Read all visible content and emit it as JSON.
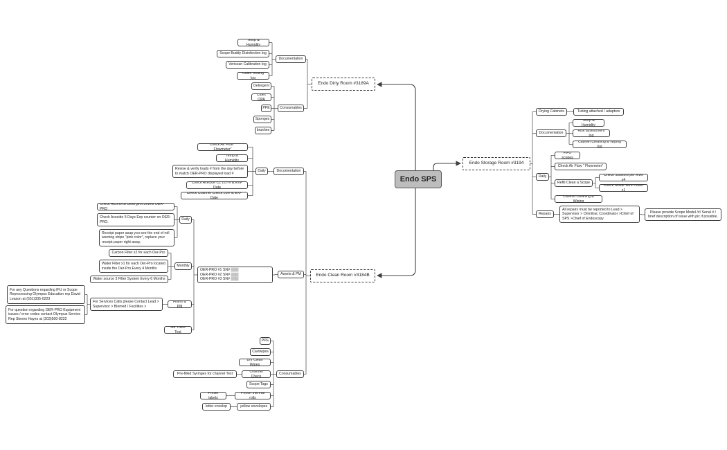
{
  "root": "Endo SPS",
  "dirty": {
    "title": "Endo Dirty Room #3189A",
    "documentation": {
      "label": "Documentation",
      "items": [
        "Temp & Humidity",
        "Scope Buddy Disinfection log",
        "Veriscan Calibration log",
        "Cidex Testing log"
      ]
    },
    "consumables": {
      "label": "Consumables",
      "items": [
        "Detergent",
        "Cidex OPA",
        "PPE",
        "Sponges",
        "brushes"
      ]
    }
  },
  "clean": {
    "title": "Endo Clean Room #3184B",
    "documentation": {
      "label": "Documentation",
      "daily": "Daily",
      "items": [
        "Check Air Flow \" Flowmeter\"",
        "Temp & Humidity",
        "Revise & verify loads # from the day before\nto match OER-PRO displayed load #",
        "Check Acecide C1 LOT# & EXP Date",
        "Check Channel Check Lot# & EXP Date"
      ]
    },
    "assets": {
      "label": "Assets & PM",
      "units": "OER-PRO #1   SN# ▒▒▒\nOER-PRO #2   SN# ▒▒▒\nOER-PRO #3   SN# ▒▒▒",
      "daily": {
        "label": "Daily",
        "items": [
          "Check Alcohol & Detergent Levels OER-PRO",
          "Check Acecide 5 Days Exp counter on OER-\nPRO.",
          "Receipt paper asap you see the end of roll\nwarning stripe \"pink color\", replace your\nreceipt paper right away."
        ]
      },
      "monthly": {
        "label": "Monthly",
        "items": [
          "Carbon Filter x2 for each Oer-Pro",
          "Water Filter x1 for each Oer-Pro located\ninside the Oer-Pro Every 4 Months",
          "Water source 3 Filter System Every 6 Months"
        ]
      },
      "filters": {
        "label": "Filters & PM",
        "service": "For Services Calls please Contact Lead >\nSupervisor > Biomed / Facilities >",
        "notes": [
          "For any Questions regarding IFU or Scope\nReprocessing Olympus Education rep David\nLeason at (551)335-0223",
          "For question regarding OER-PRO Equipment\nissues / error codes contact Olympus Service\nRep Steven Hayes at (203)500-8222"
        ]
      },
      "trace": "3M Trace Test"
    },
    "consumables": {
      "label": "Consumables",
      "items": [
        "PPE",
        "Caviwipes",
        "Dry Clean Wipes",
        "Channel Check",
        "Scope Tags",
        "Printer thermal rolls",
        "yellow envelopes"
      ],
      "channel_child": "Pre-filled Syringes for channel Test",
      "printer_child": "Printer labels",
      "envelope_child": "letter envelop"
    }
  },
  "storage": {
    "title": "Endo Storage Room #3194",
    "drying": {
      "label": "Drying Cabinets",
      "child": "Tubing attached / adaptors"
    },
    "documentation": {
      "label": "Documentation",
      "items": [
        "Temp & Humidity",
        "Risk assessment log",
        "Cabinet Cleaning & Wiping log"
      ]
    },
    "daily": {
      "label": "Daily",
      "items": [
        "FIFO scopes",
        "Check Air Flow \" Flowmeter\"",
        "Refill Clean a Scope",
        "Cabinet Cleaning & Wiping"
      ],
      "refill_children": [
        "Check Scissors per level x4",
        "Check Guide Wire Cutter x1"
      ]
    },
    "repairs": {
      "label": "Repairs",
      "text": "All repairs must be reported to Lead >\nSupervisor > Omnitrac Coordinator >Chief of\nSPS >Chief of Endoscopy",
      "note": "Please provide Scope Model /#/ Serial # /\nbrief description of issue with pic if possible."
    }
  },
  "colors": {
    "line": "#3f3f3f",
    "root_fill": "#bdbdbd"
  }
}
